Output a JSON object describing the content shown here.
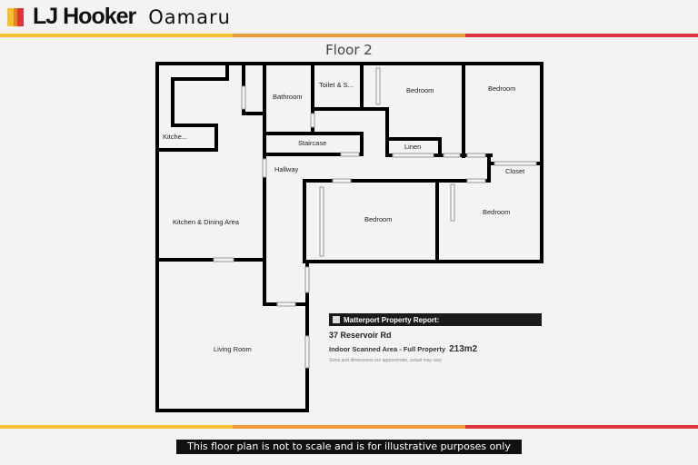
{
  "header": {
    "brand": "LJ Hooker",
    "office": "Oamaru"
  },
  "brand_colors": [
    "#f6c033",
    "#ee9a3a",
    "#e0353f"
  ],
  "floor_title": "Floor 2",
  "rooms": {
    "kitchenette": "Kitche...",
    "bathroom": "Bathroom",
    "toilet": "Toilet & S...",
    "bedroom1": "Bedroom",
    "bedroom2": "Bedroom",
    "bedroom3": "Bedroom",
    "bedroom4": "Bedroom",
    "linen": "Linen",
    "closet": "Closet",
    "staircase": "Staircase",
    "hallway": "Hallway",
    "kitchen_dining": "Kitchen & Dining Area",
    "living": "Living Room"
  },
  "report": {
    "heading": "Matterport Property Report:",
    "address": "37 Reservoir Rd",
    "area_label": "Indoor Scanned Area - Full Property",
    "area_value": "213m2",
    "note": "Sizes and dimensions are approximate, actual may vary"
  },
  "footer": {
    "caption": "This floor plan is not to scale and is for illustrative purposes only"
  }
}
